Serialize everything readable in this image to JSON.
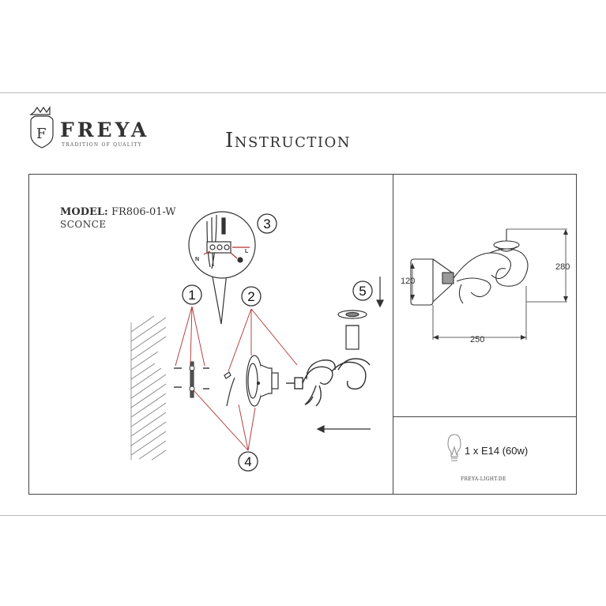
{
  "brand": {
    "name": "FREYA",
    "tagline": "TRADITION OF QUALITY",
    "monogram": "F"
  },
  "title": "Instruction",
  "model": {
    "label": "MODEL:",
    "code": "FR806-01-W",
    "type": "SCONCE"
  },
  "steps": [
    "1",
    "2",
    "3",
    "4",
    "5"
  ],
  "wiring": {
    "neutral": "N",
    "live": "L"
  },
  "dimensions": {
    "height_total": "280",
    "height_base": "120",
    "width": "250"
  },
  "bulb": {
    "spec": "1 x E14 (60w)"
  },
  "website": "FREYA-LIGHT.DE",
  "colors": {
    "leader_lines": "#b03030",
    "ink": "#333333"
  }
}
